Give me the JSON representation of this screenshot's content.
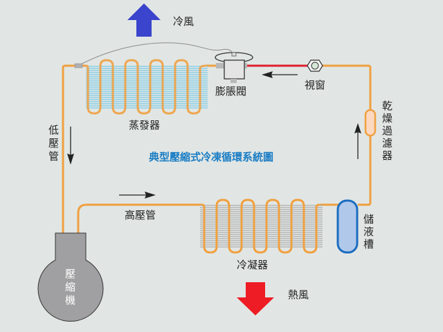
{
  "title": "典型壓縮式冷凍循環系統圖",
  "airflow": {
    "cold_air": "冷風",
    "hot_air": "熱風"
  },
  "components": {
    "evaporator": "蒸發器",
    "expansion_valve": "膨脹閥",
    "sight_glass": "視窗",
    "filter_drier": [
      "乾",
      "燥",
      "過",
      "濾",
      "器"
    ],
    "receiver": [
      "儲",
      "液",
      "槽"
    ],
    "condenser": "冷凝器",
    "compressor": [
      "壓",
      "縮",
      "機"
    ]
  },
  "pipes": {
    "low_pressure": [
      "低",
      "壓",
      "管"
    ],
    "high_pressure": "高壓管"
  },
  "colors": {
    "background": "#e1e6e4",
    "pipe": "#f0a040",
    "liquid_line": "#e02030",
    "cold_arrow": "#3a44cc",
    "hot_arrow": "#ee1c24",
    "title": "#1a7dc4",
    "evaporator_fins": "#5ec4e8",
    "condenser_fins": "#a0a0a0",
    "compressor": "#a0a0a2",
    "receiver_fill": "#b0c8ea",
    "receiver_border": "#1a6cc0",
    "filter_fill": "#fcd8c0"
  }
}
